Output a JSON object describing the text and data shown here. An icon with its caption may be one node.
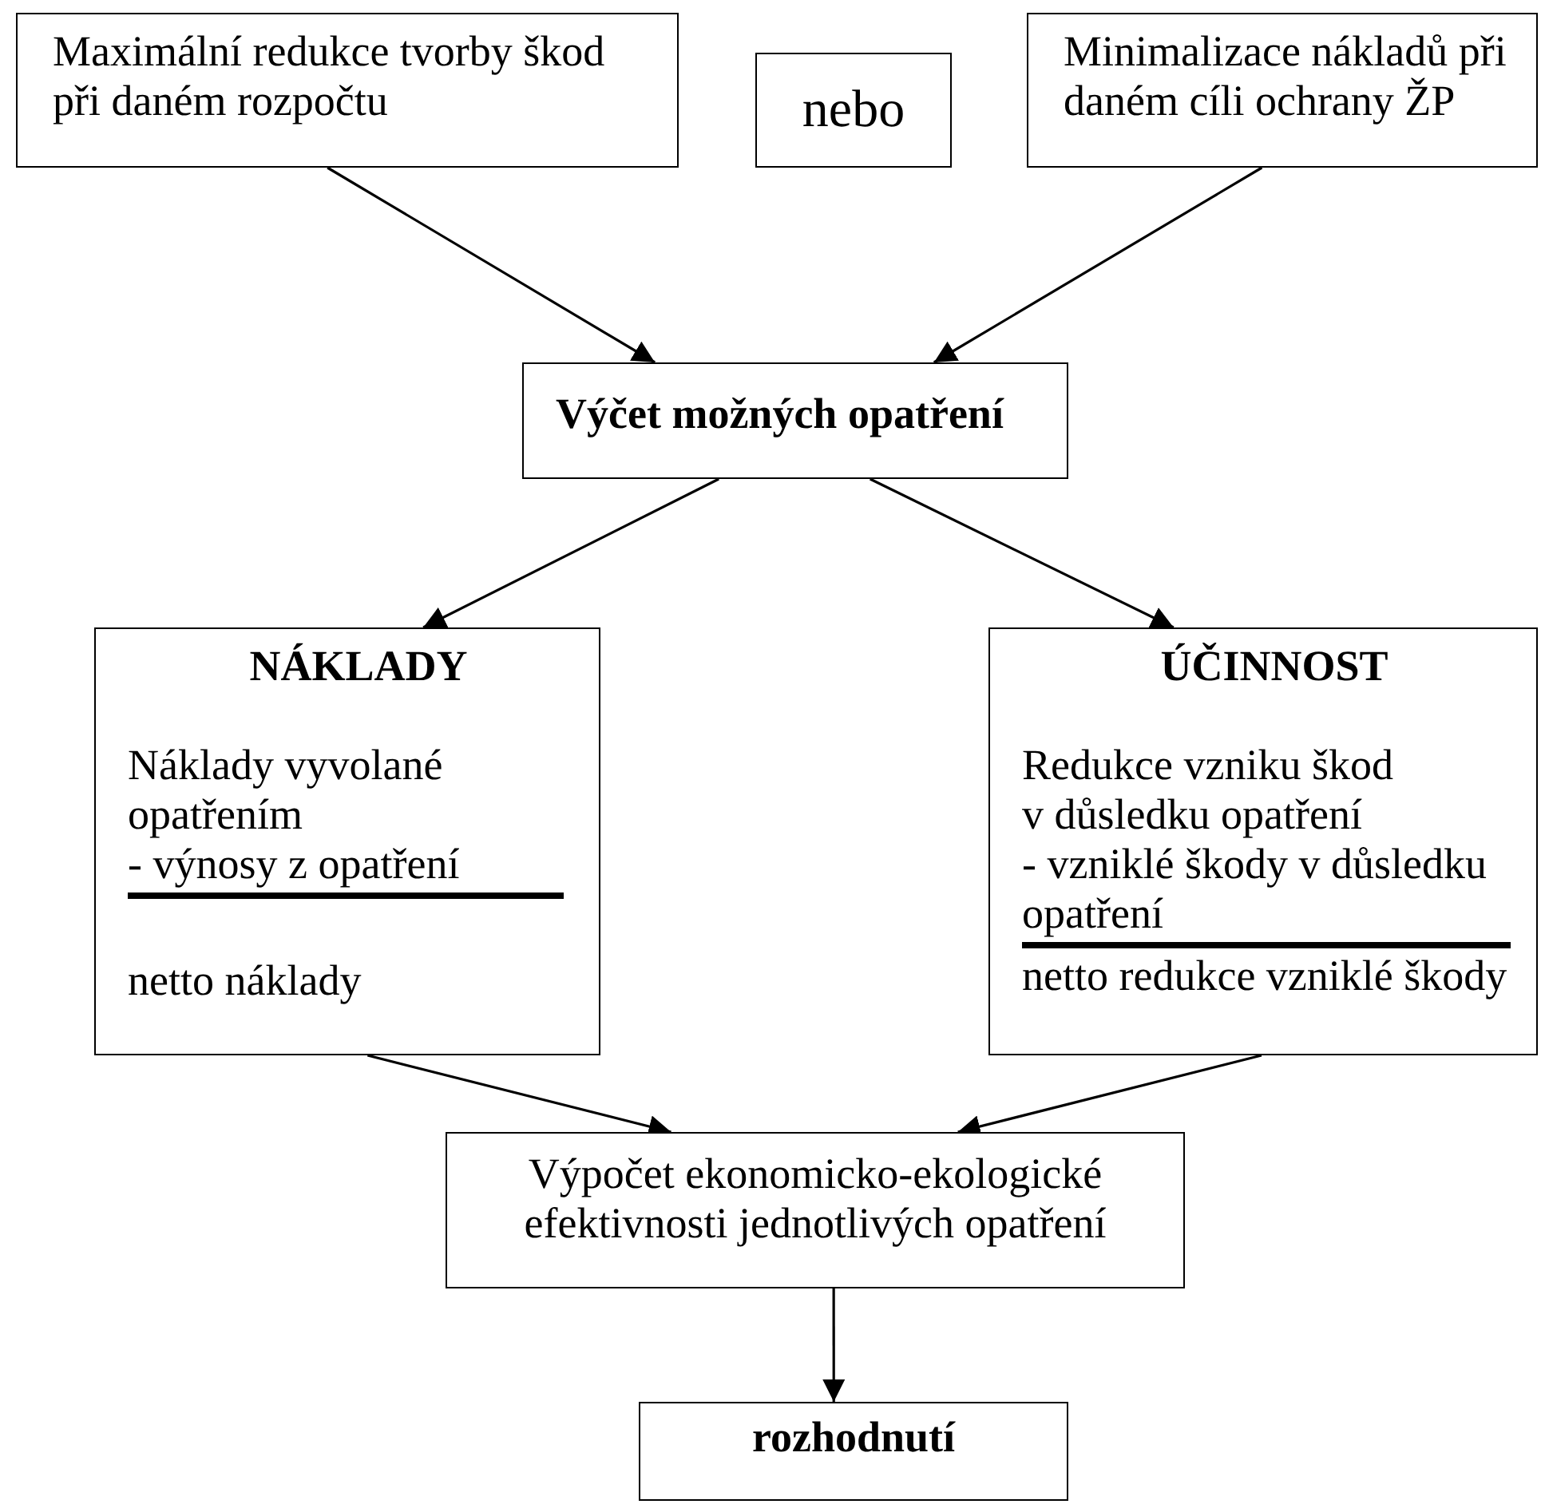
{
  "diagram": {
    "nodes": [
      {
        "text": [
          "Maximální redukce tvorby škod při daném rozpočtu"
        ]
      },
      {
        "text": [
          "nebo"
        ]
      },
      {
        "text": [
          "Minimalizace nákladů při daném cíli ochrany ŽP"
        ]
      },
      {
        "text": [
          "Výčet možných opatření"
        ]
      },
      {
        "text": [
          "NÁKLADY",
          "Náklady vyvolané opatřením",
          "- výnosy z opatření",
          "netto náklady"
        ]
      },
      {
        "text": [
          "ÚČINNOST",
          "Redukce vzniku škod v důsledku opatření",
          "- vzniklé škody v důsledku opatření",
          "netto redukce vzniklé škody"
        ]
      },
      {
        "text": [
          "Výpočet ekonomicko-ekologické efektivnosti jednotlivých opatření"
        ]
      },
      {
        "text": [
          "rozhodnutí"
        ]
      }
    ],
    "edges": [
      {
        "from": 0,
        "to": 3,
        "arrow": "to"
      },
      {
        "from": 2,
        "to": 3,
        "arrow": "to"
      },
      {
        "from": 3,
        "to": 4,
        "arrow": "to"
      },
      {
        "from": 3,
        "to": 5,
        "arrow": "to"
      },
      {
        "from": 4,
        "to": 6,
        "arrow": "to"
      },
      {
        "from": 5,
        "to": 6,
        "arrow": "to"
      },
      {
        "from": 6,
        "to": 7,
        "arrow": "to"
      }
    ]
  }
}
